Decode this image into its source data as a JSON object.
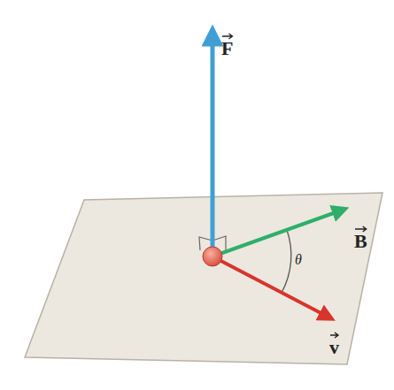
{
  "diagram": {
    "labels": [
      "F",
      "B",
      "v",
      "θ"
    ]
  }
}
